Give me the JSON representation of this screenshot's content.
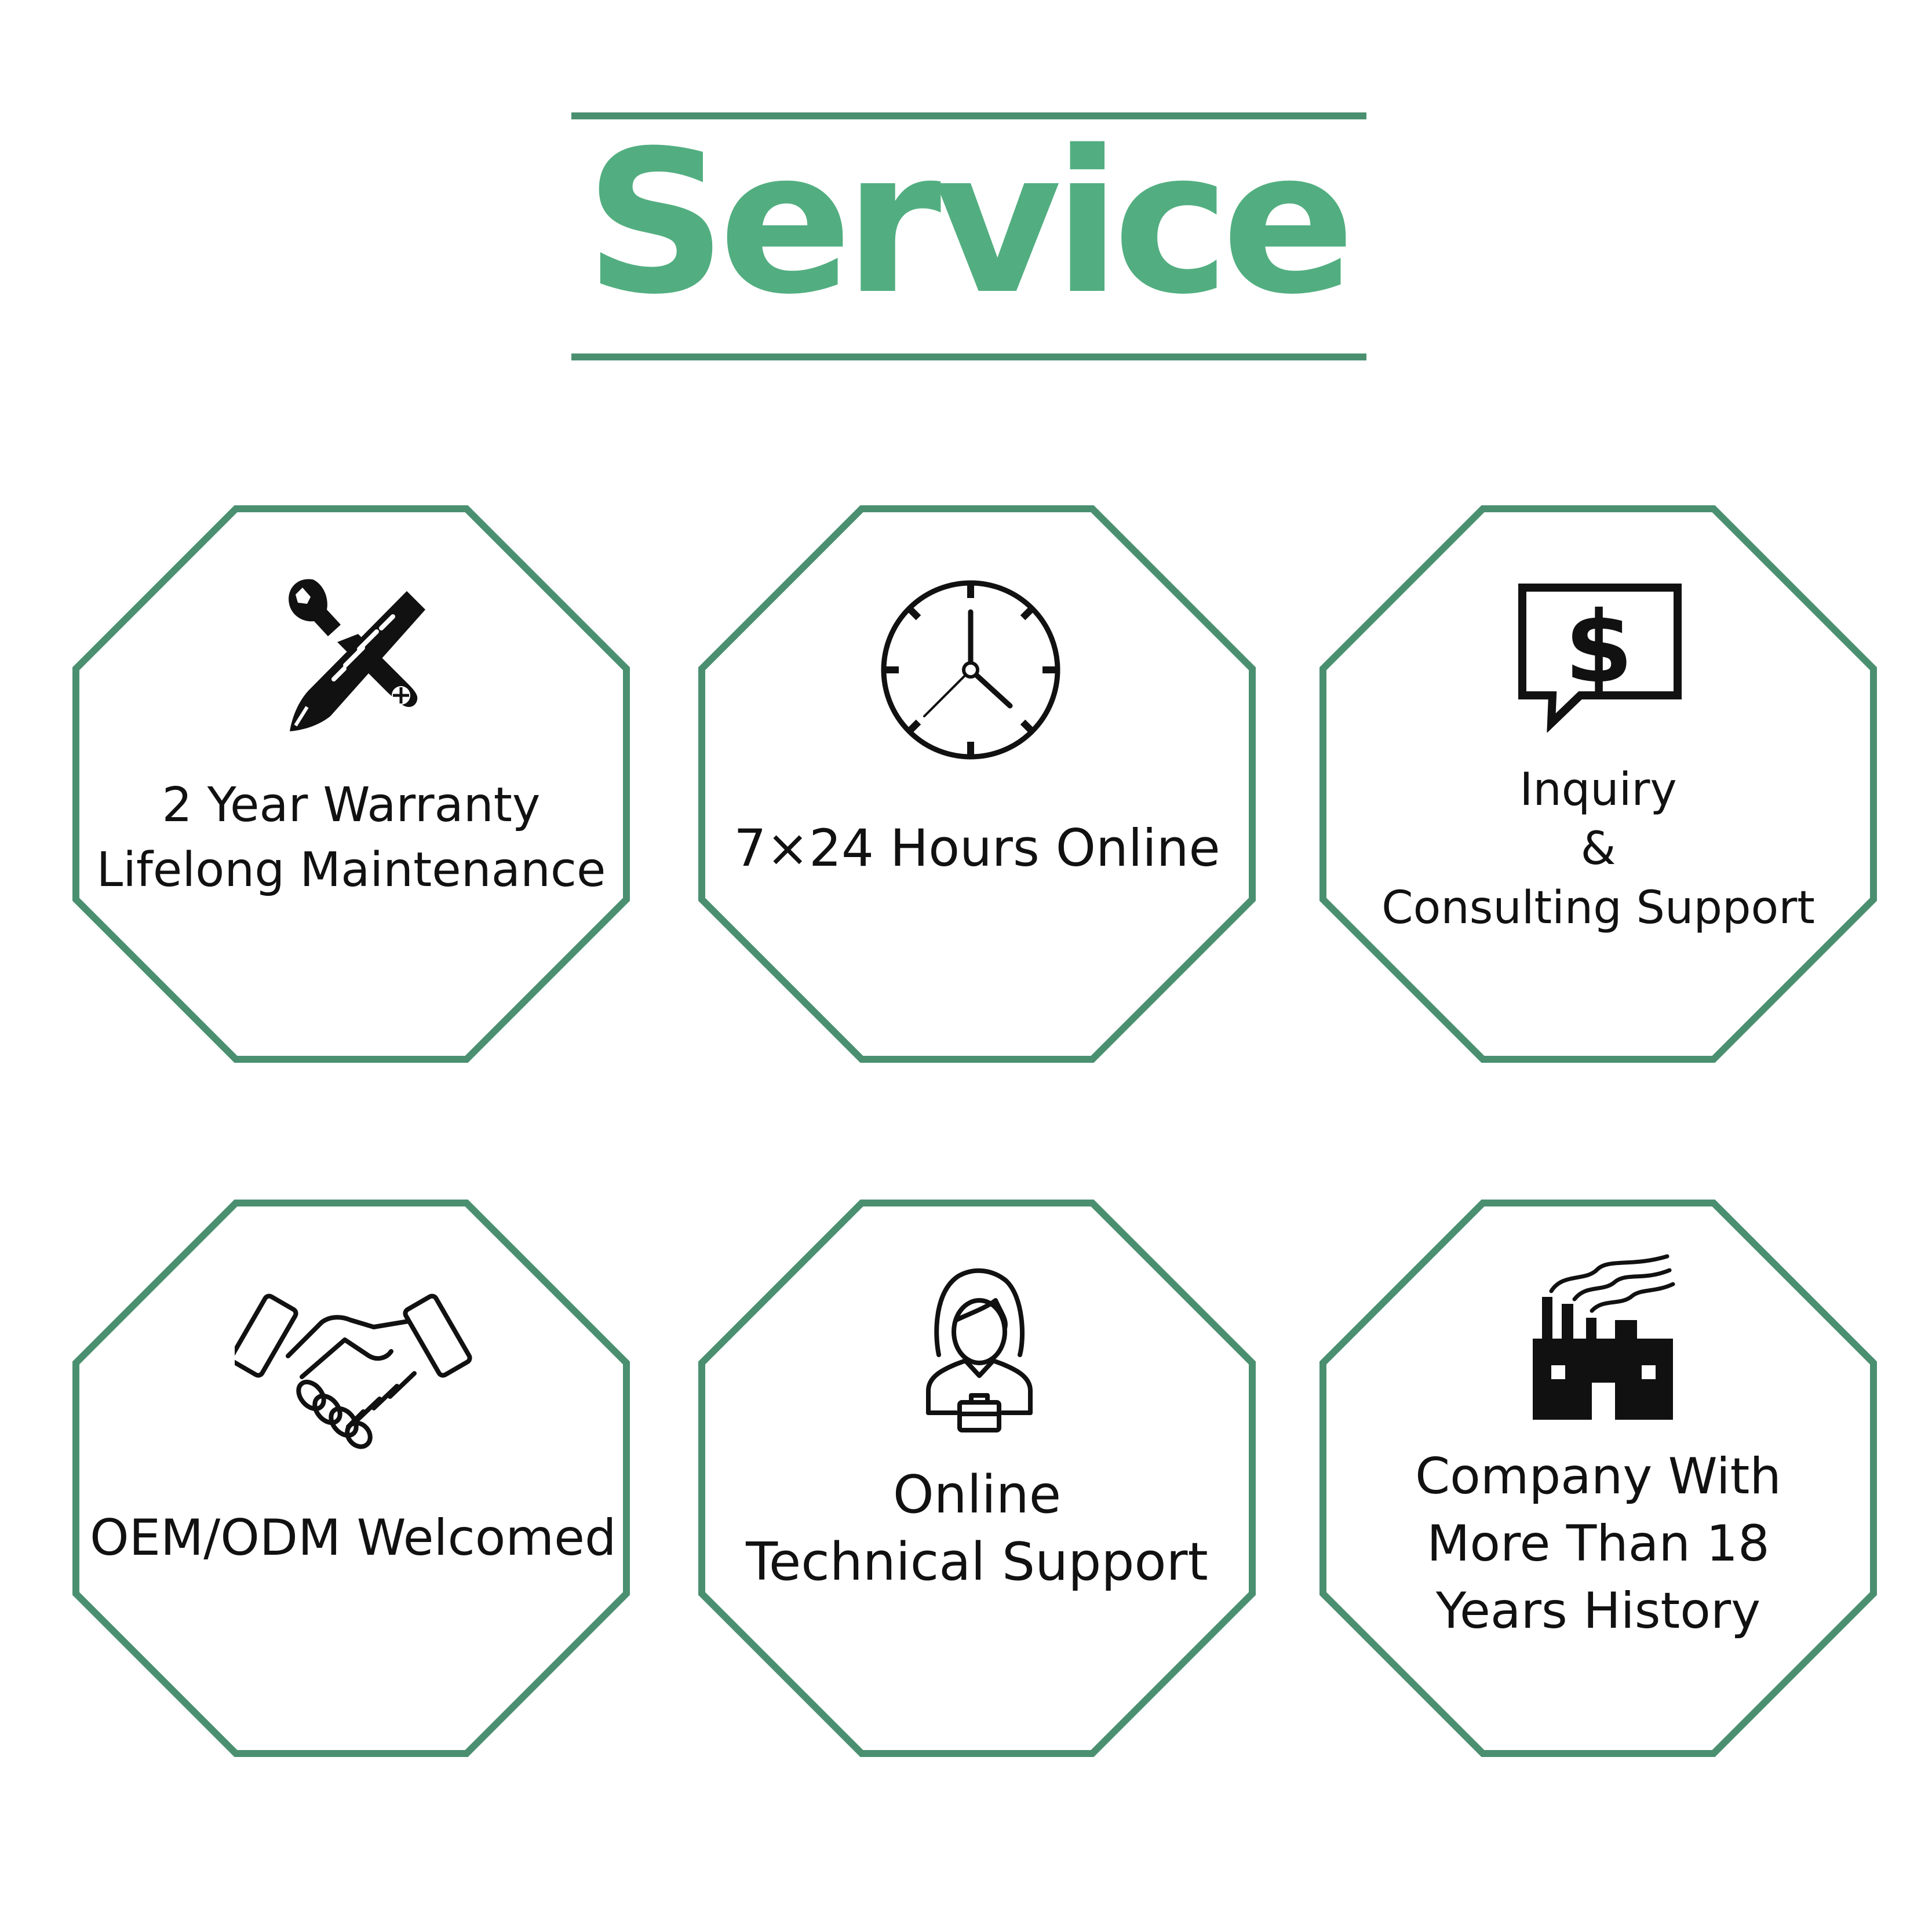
{
  "header": {
    "title": "Service"
  },
  "colors": {
    "title_green": "#52ae80",
    "octagon_border": "#4a9070",
    "icon": "#111111"
  },
  "cards": [
    {
      "icon": "wrench-pencil-icon",
      "lines": [
        "2 Year Warranty",
        "Lifelong Maintenance"
      ]
    },
    {
      "icon": "clock-icon",
      "lines": [
        "7×24 Hours Online"
      ]
    },
    {
      "icon": "dollar-speech-bubble-icon",
      "lines": [
        "Inquiry",
        "&",
        "Consulting Support"
      ]
    },
    {
      "icon": "handshake-icon",
      "lines": [
        "OEM/ODM Welcomed"
      ]
    },
    {
      "icon": "support-agent-icon",
      "lines": [
        "Online",
        "Technical Support"
      ]
    },
    {
      "icon": "factory-icon",
      "lines": [
        "Company With",
        "More Than 18",
        "Years History"
      ]
    }
  ]
}
